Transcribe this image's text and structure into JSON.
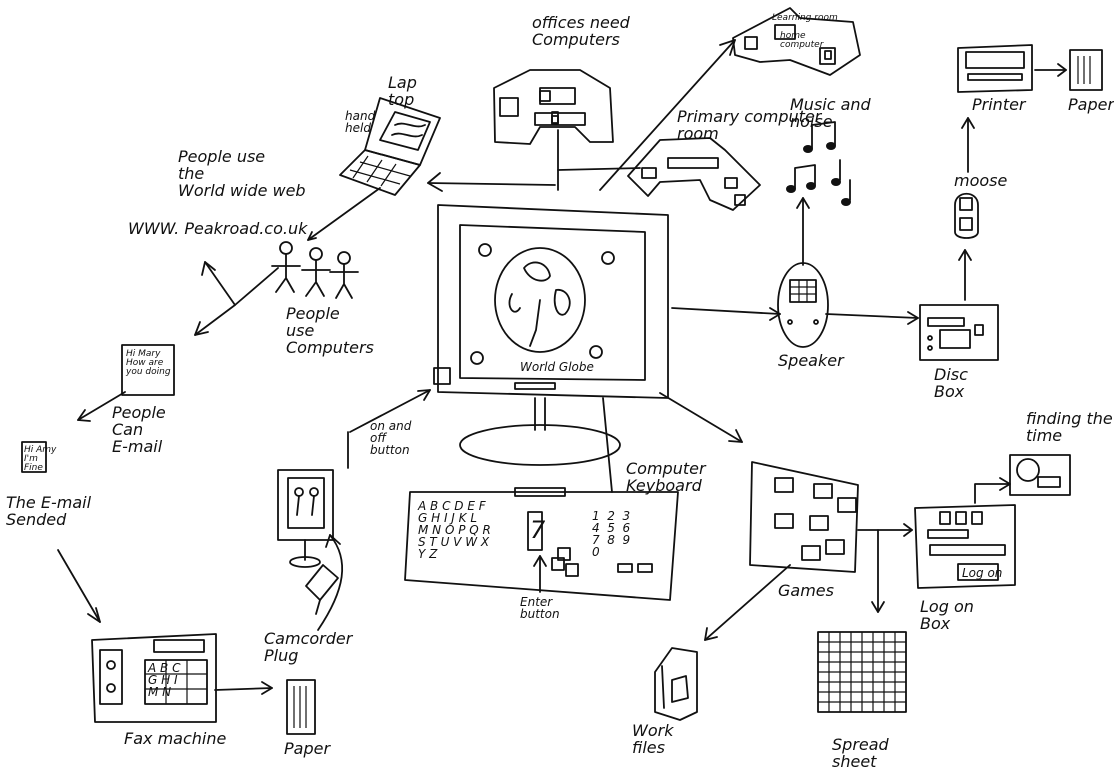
{
  "labels": {
    "offices_need_computers": "offices need\nComputers",
    "lap_top": "Lap\ntop",
    "hand_held": "hand\nheld",
    "people_use_www": "People use\nthe\nWorld wide web",
    "url": "WWW. Peakroad.co.uk",
    "learning_room": "Learning room",
    "home_computers": "home\ncomputer",
    "primary_computer_room": "Primary computer\nroom",
    "music_and_noise": "Music and\nnoise",
    "printer": "Printer",
    "paper_top": "Paper",
    "mouse": "moose",
    "people_use_computers": "People\nuse\nComputers",
    "email_note": "Hi Mary\nHow are\nyou doing",
    "people_can_email": "People\nCan\nE-mail",
    "email_small_note": "Hi Amy\nI'm\nFine",
    "email_sended": "The E-mail\nSended",
    "world_globe": "World Globe",
    "on_off_button": "on and\noff\nbutton",
    "computer_keyboard": "Computer\nKeyboard",
    "enter_button": "Enter\nbutton",
    "speaker": "Speaker",
    "disc_box": "Disc\nBox",
    "finding_the_time": "finding the\ntime",
    "games": "Games",
    "log_on_box": "Log on\nBox",
    "log_on_button": "Log on",
    "camcorder_plug": "Camcorder\nPlug",
    "fax_machine": "Fax machine",
    "paper_bottom": "Paper",
    "work_files": "Work\nfiles",
    "spread_sheet": "Spread\nsheet",
    "keyboard_letters": "A B C D E F\nG H I J K L\nM N O P Q R\nS T U V W X\nY Z",
    "keyboard_numbers": "1  2  3\n4  5  6\n7  8  9\n0",
    "keyboard_key_seven": "7",
    "fax_keys": "A B C\nG H I\nM N"
  }
}
